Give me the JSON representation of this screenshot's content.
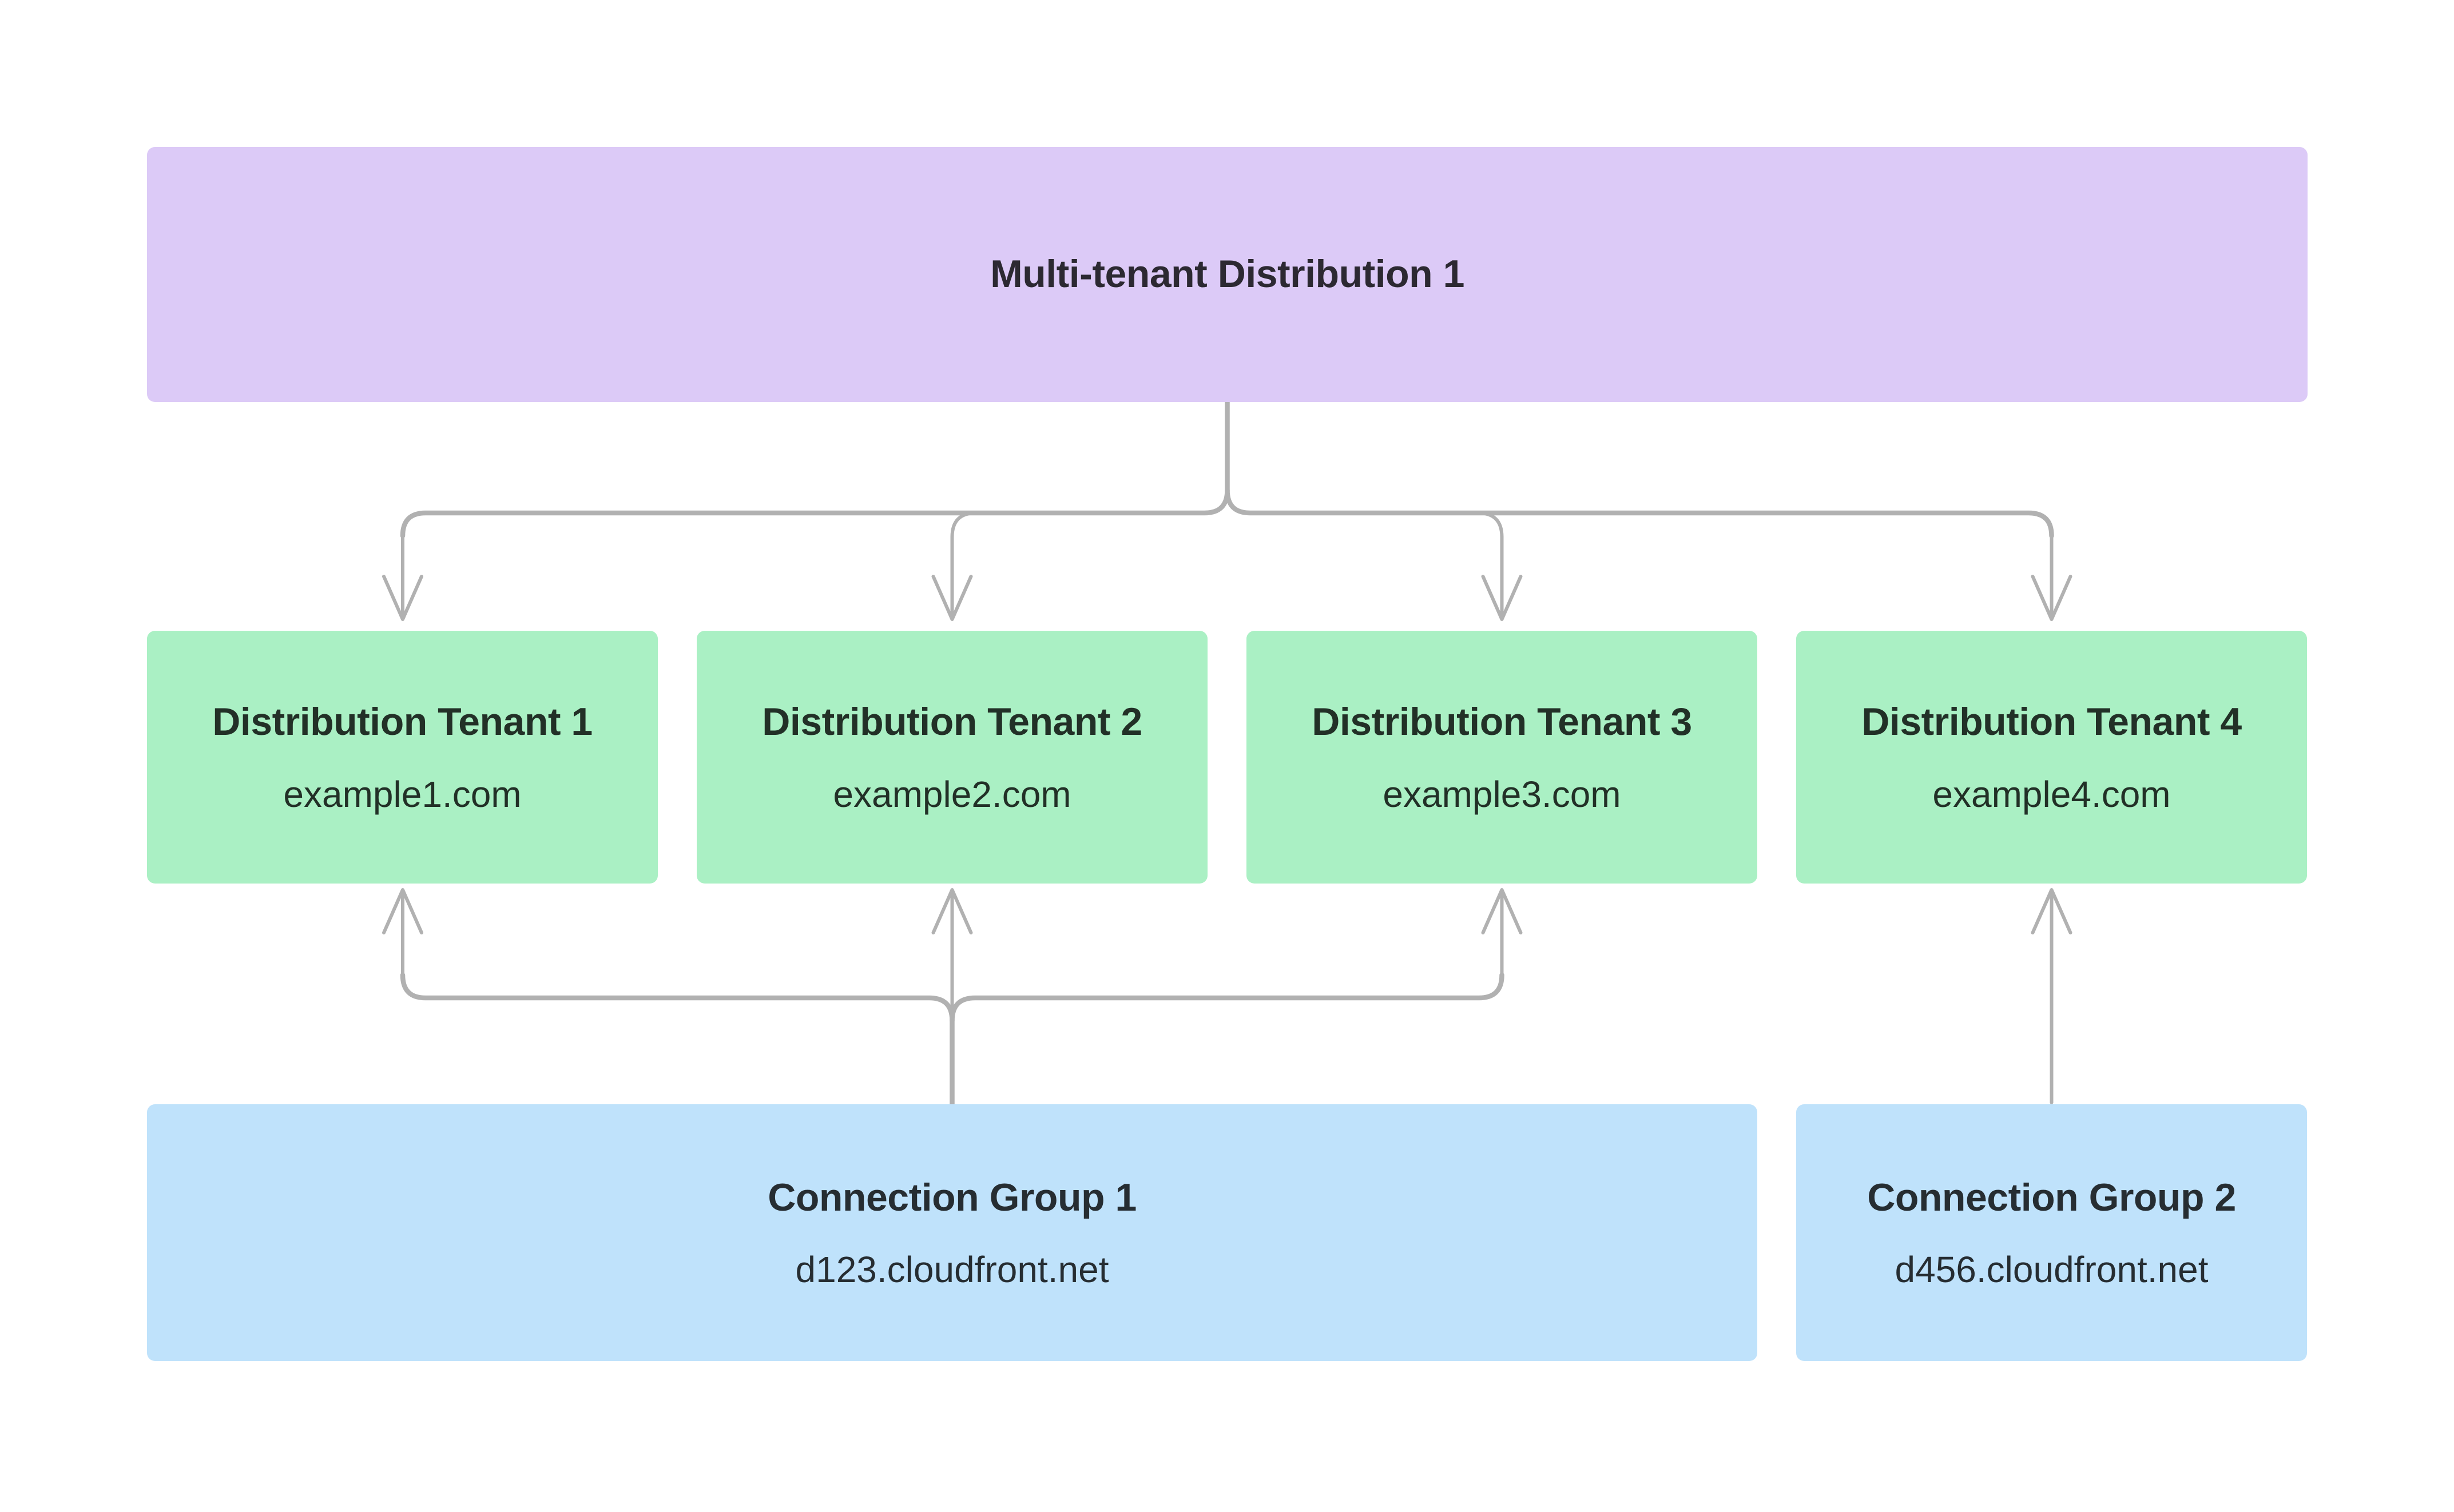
{
  "diagram": {
    "root": {
      "title": "Multi-tenant Distribution 1"
    },
    "tenants": [
      {
        "title": "Distribution Tenant 1",
        "subtitle": "example1.com"
      },
      {
        "title": "Distribution Tenant 2",
        "subtitle": "example2.com"
      },
      {
        "title": "Distribution Tenant 3",
        "subtitle": "example3.com"
      },
      {
        "title": "Distribution Tenant 4",
        "subtitle": "example4.com"
      }
    ],
    "connection_groups": [
      {
        "title": "Connection Group 1",
        "subtitle": "d123.cloudfront.net"
      },
      {
        "title": "Connection Group 2",
        "subtitle": "d456.cloudfront.net"
      }
    ],
    "colors": {
      "canvas_bg": "#ffffff",
      "root_bg": "#dccaf7",
      "tenant_bg": "#aaf0c4",
      "connection_group_bg": "#bfe2fb",
      "connector": "#b1b1b1",
      "text": "rgba(0,0,0,0.8)"
    }
  }
}
